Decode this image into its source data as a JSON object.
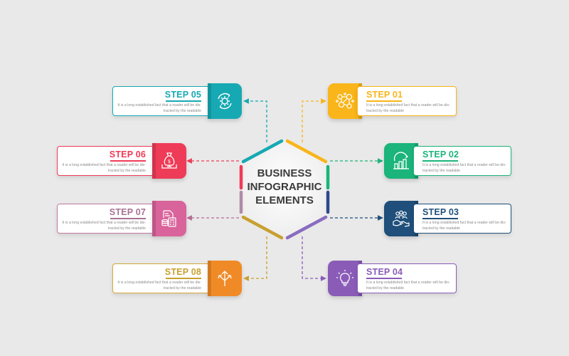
{
  "center": {
    "title_lines": [
      "BUSINESS",
      "INFOGRAPHIC",
      "ELEMENTS"
    ]
  },
  "colors": {
    "background": "#e9e9e9",
    "step01": "#f9b51a",
    "step02": "#1bb47a",
    "step03": "#1f4f7a",
    "step04": "#8a5cb8",
    "step05": "#16a9b3",
    "step06": "#ee3b57",
    "step07": "#d9639b",
    "step08": "#f08a26"
  },
  "steps": [
    {
      "id": "01",
      "label": "STEP 01",
      "icon": "network-people-icon",
      "desc": "It is a long established fact that a reader will be dis-tracted by the readable"
    },
    {
      "id": "02",
      "label": "STEP 02",
      "icon": "growth-chart-icon",
      "desc": "It is a long established fact that a reader will be dis-tracted by the readable"
    },
    {
      "id": "03",
      "label": "STEP 03",
      "icon": "team-handshake-icon",
      "desc": "It is a long established fact that a reader will be dis-tracted by the readable"
    },
    {
      "id": "04",
      "label": "STEP 04",
      "icon": "lightbulb-icon",
      "desc": "It is a long established fact that a reader will be dis-tracted by the readable"
    },
    {
      "id": "05",
      "label": "STEP 05",
      "icon": "gear-cycle-icon",
      "desc": "It is a long established fact that a reader will be dis-tracted by the readable"
    },
    {
      "id": "06",
      "label": "STEP 06",
      "icon": "money-bag-icon",
      "desc": "It is a long established fact that a reader will be dis-tracted by the readable"
    },
    {
      "id": "07",
      "label": "STEP 07",
      "icon": "calculator-document-icon",
      "desc": "It is a long established fact that a reader will be dis-tracted by the readable"
    },
    {
      "id": "08",
      "label": "STEP 08",
      "icon": "direction-arrows-icon",
      "desc": "It is a long established fact that a reader will be dis-tracted by the readable"
    }
  ]
}
